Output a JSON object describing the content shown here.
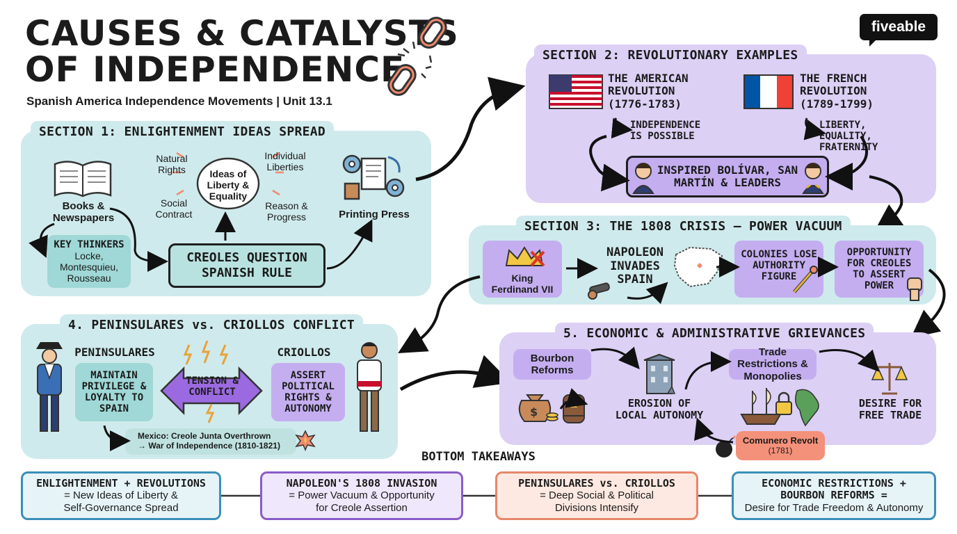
{
  "header": {
    "title_line1": "CAUSES & CATALYSTS",
    "title_line2": "OF INDEPENDENCE",
    "subtitle": "Spanish America Independence Movements | Unit 13.1",
    "logo": "fiveable"
  },
  "section1": {
    "title": "SECTION 1: ENLIGHTENMENT IDEAS SPREAD",
    "books_label": "Books & Newspapers",
    "key_thinkers_title": "KEY THINKERS",
    "key_thinkers": "Locke, Montesquieu, Rousseau",
    "ideas_center": "Ideas of Liberty & Equality",
    "natural_rights": "Natural Rights",
    "individual_liberties": "Individual Liberties",
    "social_contract": "Social Contract",
    "reason_progress": "Reason & Progress",
    "printing_press": "Printing Press",
    "creoles_question": "CREOLES QUESTION SPANISH RULE"
  },
  "section2": {
    "title": "SECTION 2: REVOLUTIONARY EXAMPLES",
    "american": "THE AMERICAN REVOLUTION (1776-1783)",
    "american_result": "INDEPENDENCE IS POSSIBLE",
    "french": "THE FRENCH REVOLUTION (1789-1799)",
    "french_result": "LIBERTY, EQUALITY, FRATERNITY",
    "inspired": "INSPIRED BOLÍVAR, SAN MARTÍN & LEADERS"
  },
  "section3": {
    "title": "SECTION 3: THE 1808 CRISIS – POWER VACUUM",
    "king": "King Ferdinand VII",
    "napoleon": "NAPOLEON INVADES SPAIN",
    "colonies": "COLONIES LOSE AUTHORITY FIGURE",
    "opportunity": "OPPORTUNITY FOR CREOLES TO ASSERT POWER"
  },
  "section4": {
    "title": "4. PENINSULARES vs. CRIOLLOS CONFLICT",
    "peninsulares": "PENINSULARES",
    "peninsulares_box": "MAINTAIN PRIVILEGE & LOYALTY TO SPAIN",
    "tension": "TENSION & CONFLICT",
    "criollos": "CRIOLLOS",
    "criollos_box": "ASSERT POLITICAL RIGHTS & AUTONOMY",
    "mexico_line1": "Mexico: Creole Junta Overthrown",
    "mexico_line2": "→ War of Independence (1810-1821)"
  },
  "section5": {
    "title": "5. ECONOMIC & ADMINISTRATIVE GRIEVANCES",
    "bourbon": "Bourbon Reforms",
    "erosion": "EROSION OF LOCAL AUTONOMY",
    "trade": "Trade Restrictions & Monopolies",
    "desire": "DESIRE FOR FREE TRADE",
    "comunero": "Comunero Revolt",
    "comunero_year": "(1781)"
  },
  "takeaways": {
    "title": "BOTTOM TAKEAWAYS",
    "items": [
      {
        "head": "ENLIGHTENMENT + REVOLUTIONS",
        "body": "= New Ideas of Liberty & Self-Governance Spread",
        "color": "#3a8fb7",
        "bg": "#e6f4f8"
      },
      {
        "head": "NAPOLEON'S 1808 INVASION",
        "body": "= Power Vacuum & Opportunity for Creole Assertion",
        "color": "#8a5cc7",
        "bg": "#efe7fb"
      },
      {
        "head": "PENINSULARES vs. CRIOLLOS",
        "body": "= Deep Social & Political Divisions Intensify",
        "color": "#e5876a",
        "bg": "#fde9e1"
      },
      {
        "head": "ECONOMIC RESTRICTIONS + BOURBON REFORMS =",
        "body": "Desire for Trade Freedom & Autonomy",
        "color": "#3a8fb7",
        "bg": "#e6f4f8"
      }
    ]
  },
  "colors": {
    "teal": "#cfeaec",
    "lavender": "#dcd0f5",
    "coral": "#f08a6e"
  }
}
